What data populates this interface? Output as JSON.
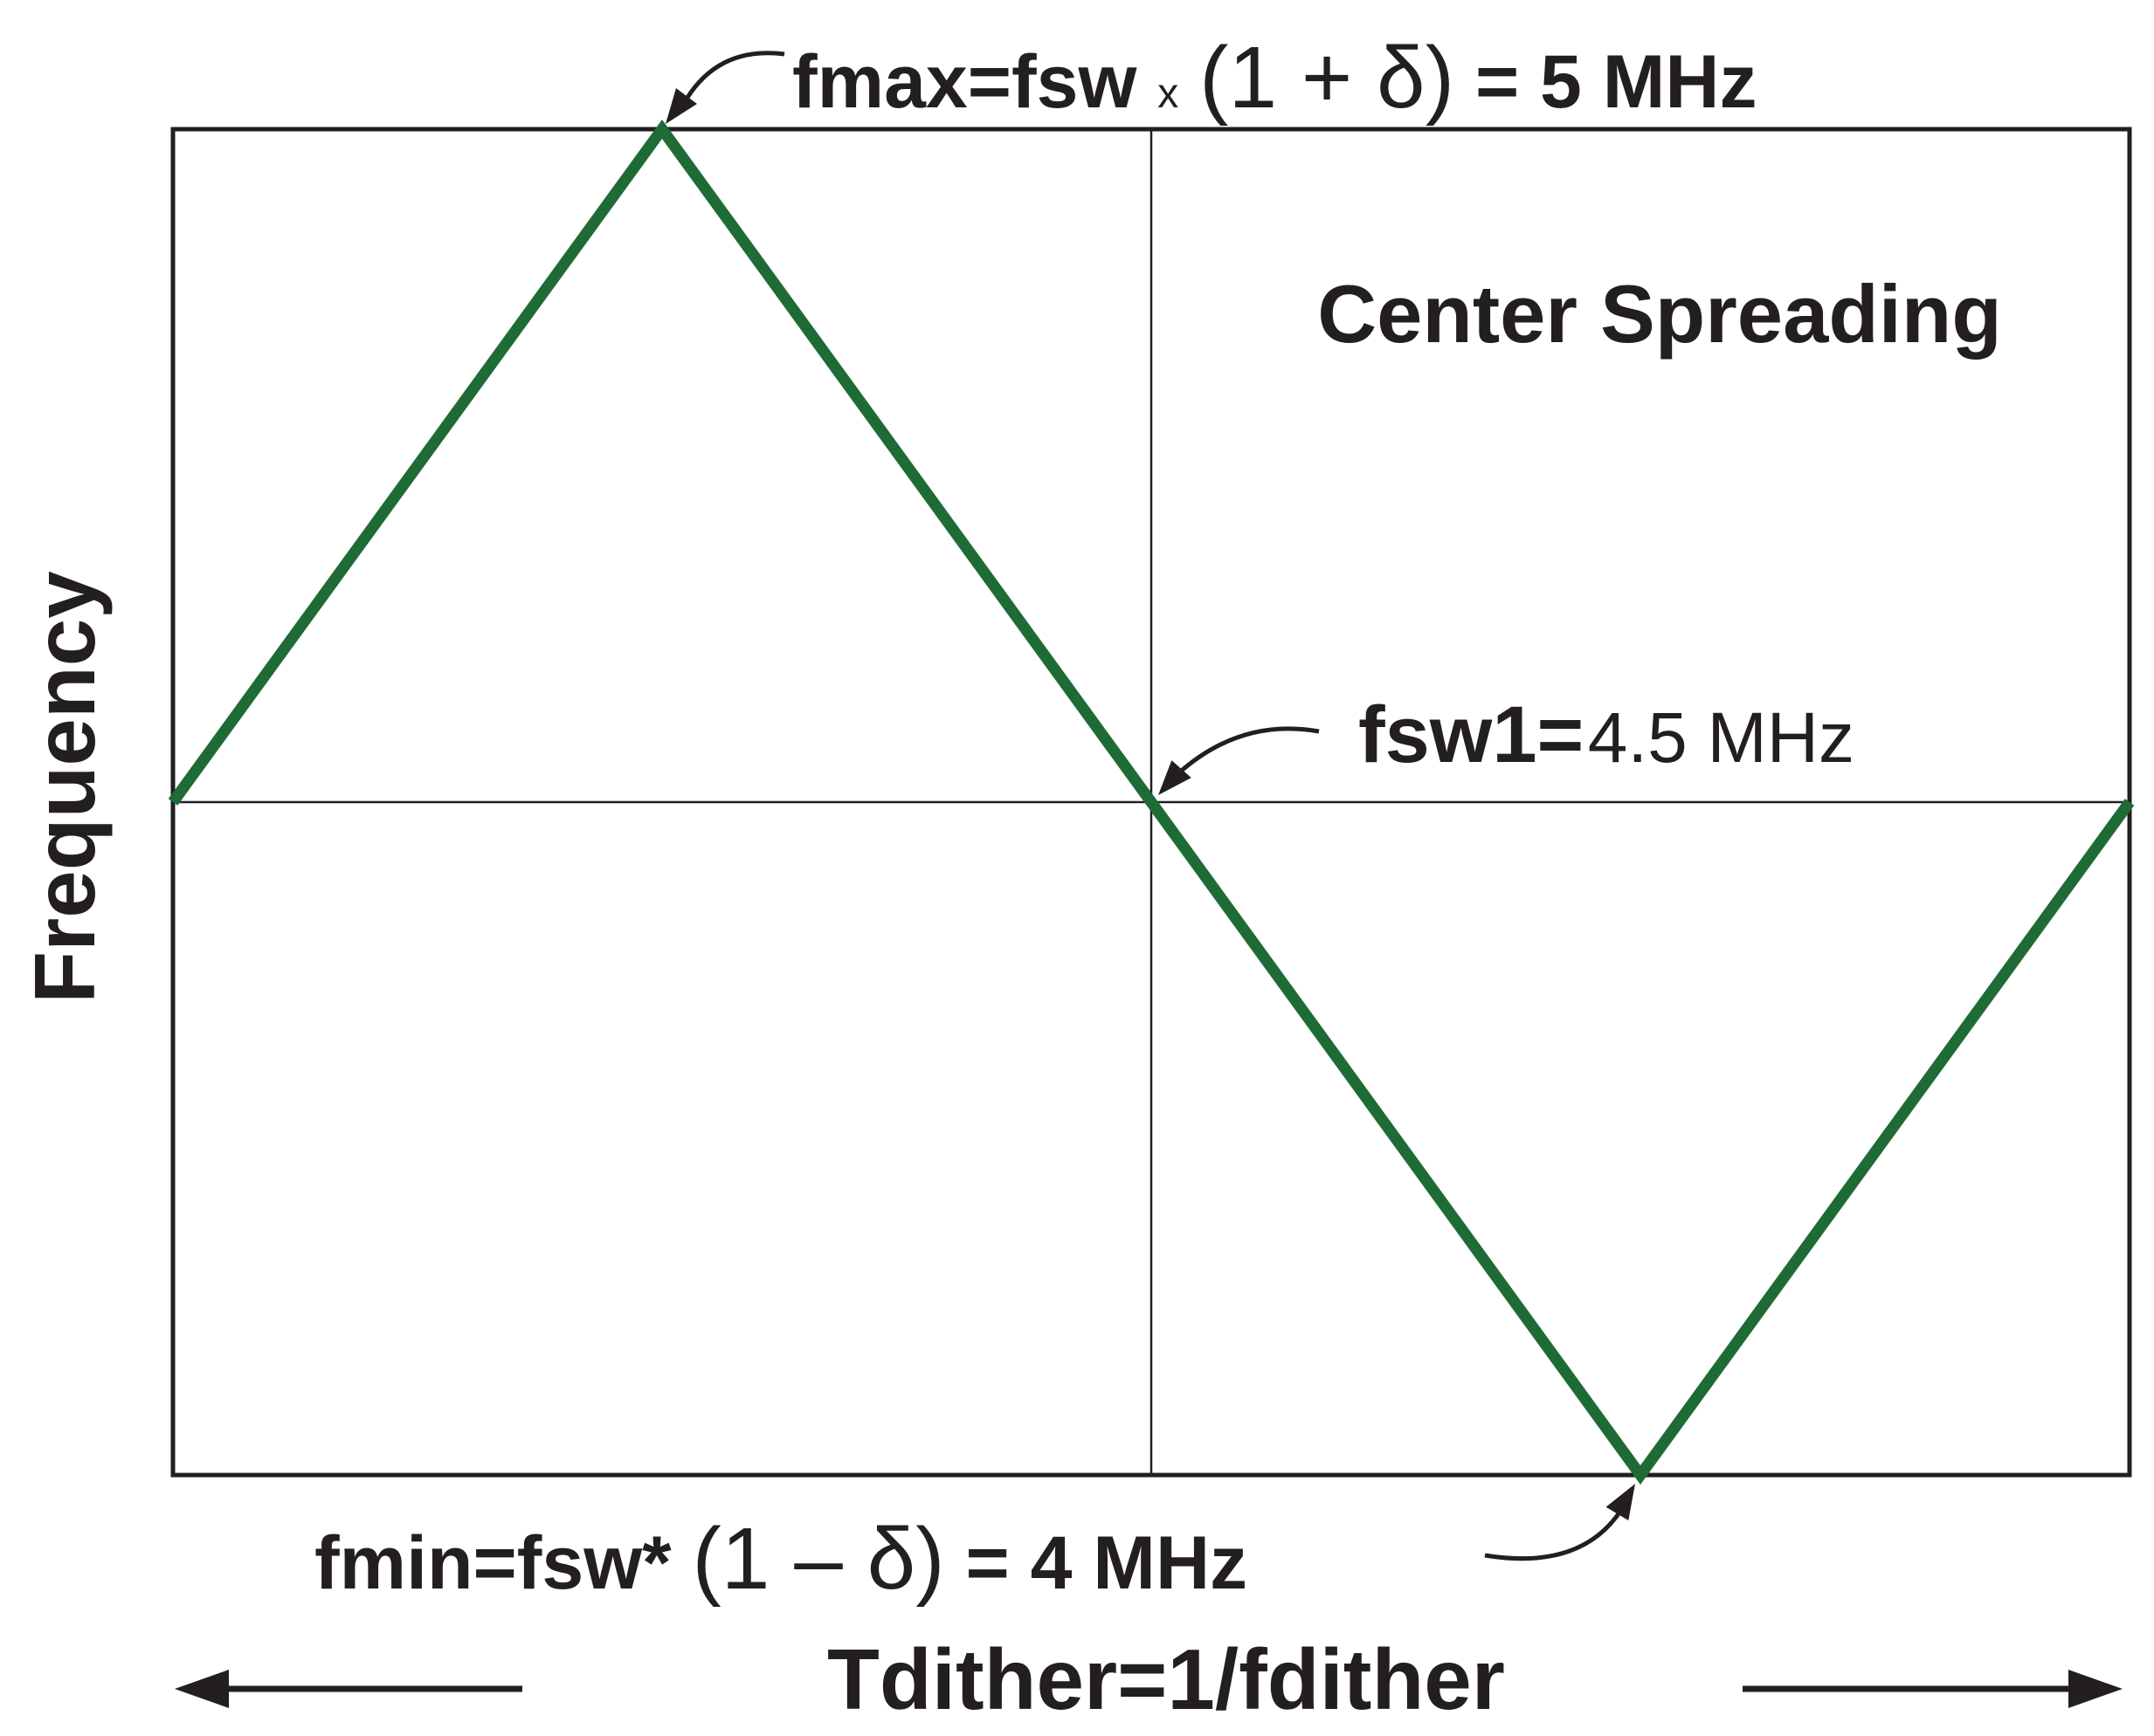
{
  "chart_data": {
    "type": "line",
    "ylabel": "Frequency",
    "xlabel": "Tdither=1/fdither",
    "annotation": "Center Spreading",
    "ylim": [
      4,
      5
    ],
    "xlim": [
      0,
      1
    ],
    "grid": {
      "x": [
        0.5
      ],
      "y": [
        4.5
      ]
    },
    "series": [
      {
        "x": [
          0,
          0.25,
          0.5,
          0.75,
          1
        ],
        "y": [
          4.5,
          5,
          4.5,
          4,
          4.5
        ]
      }
    ],
    "callouts": {
      "fmax": {
        "prefix": "fmax=fsw",
        "operator": "x",
        "paren": "(1 + δ)",
        "suffix": "= 5 MHz",
        "x": 0.25,
        "y": 5
      },
      "fsw1": {
        "name": "fsw1=",
        "value": "4.5 MHz",
        "x": 0.5,
        "y": 4.5
      },
      "fmin": {
        "prefix": "fmin=fsw*",
        "paren": "(1 – δ)",
        "suffix": " = 4 MHz",
        "x": 0.75,
        "y": 4
      }
    },
    "colors": {
      "line": "#1f6b35",
      "frame": "#231f20",
      "text": "#231f20"
    }
  }
}
